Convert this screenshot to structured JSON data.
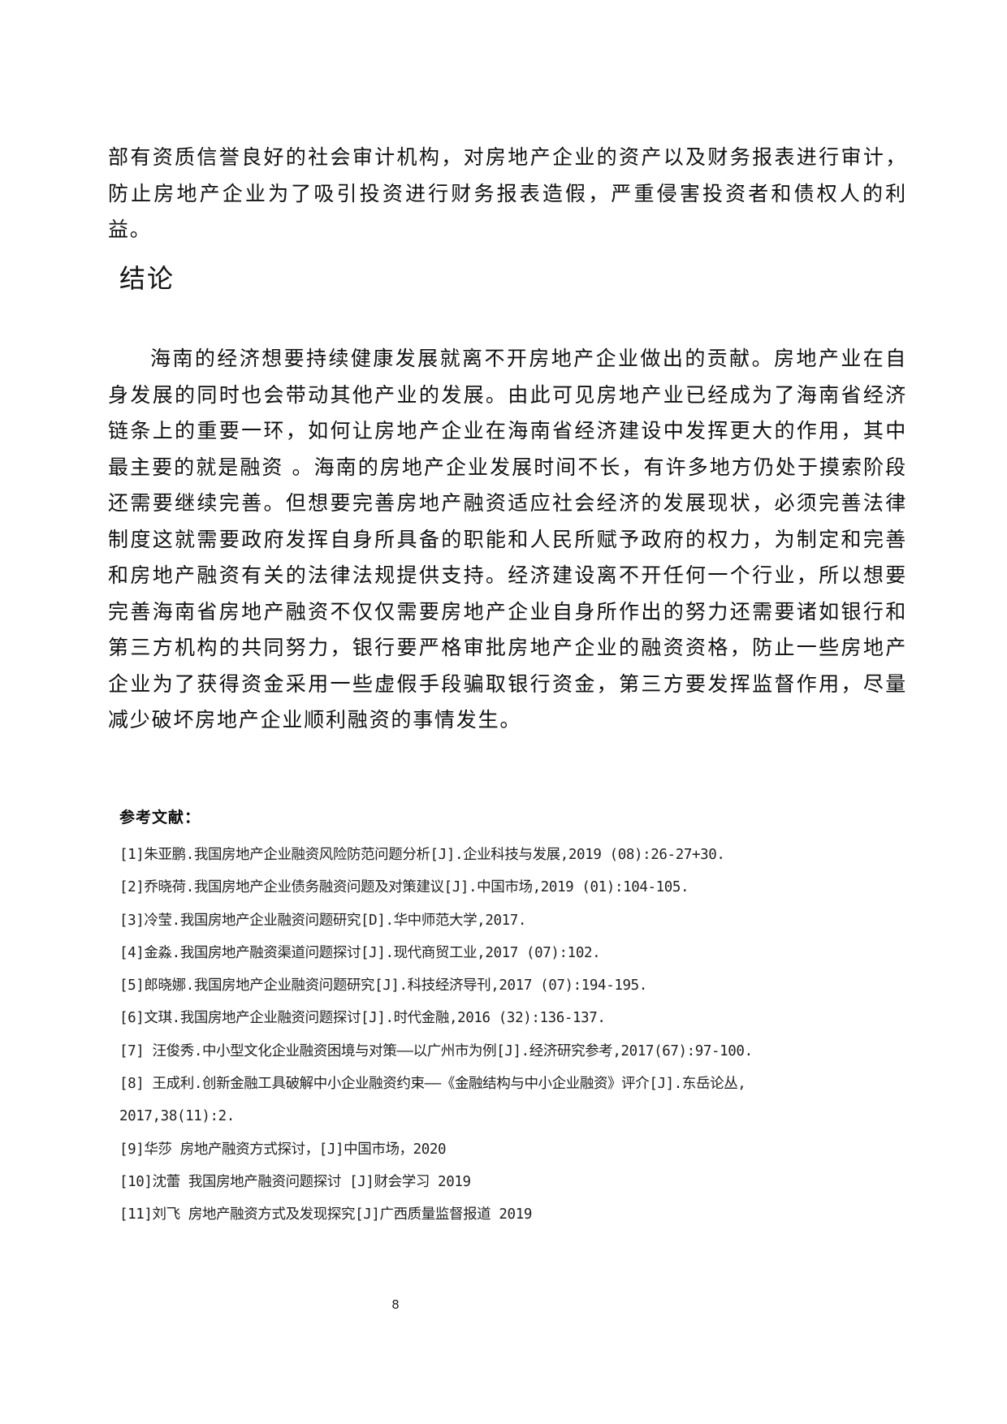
{
  "page": {
    "number": "8"
  },
  "continued_paragraph": "部有资质信誉良好的社会审计机构，对房地产企业的资产以及财务报表进行审计，防止房地产企业为了吸引投资进行财务报表造假，严重侵害投资者和债权人的利益。",
  "conclusion": {
    "heading": "结论",
    "paragraph": "海南的经济想要持续健康发展就离不开房地产企业做出的贡献。房地产业在自身发展的同时也会带动其他产业的发展。由此可见房地产业已经成为了海南省经济链条上的重要一环，如何让房地产企业在海南省经济建设中发挥更大的作用，其中最主要的就是融资 。海南的房地产企业发展时间不长，有许多地方仍处于摸索阶段还需要继续完善。但想要完善房地产融资适应社会经济的发展现状，必须完善法律制度这就需要政府发挥自身所具备的职能和人民所赋予政府的权力，为制定和完善和房地产融资有关的法律法规提供支持。经济建设离不开任何一个行业，所以想要完善海南省房地产融资不仅仅需要房地产企业自身所作出的努力还需要诸如银行和第三方机构的共同努力，银行要严格审批房地产企业的融资资格，防止一些房地产企业为了获得资金采用一些虚假手段骗取银行资金，第三方要发挥监督作用，尽量减少破坏房地产企业顺利融资的事情发生。"
  },
  "references": {
    "title": "参考文献：",
    "lines": [
      "[1]朱亚鹏.我国房地产企业融资风险防范问题分析[J].企业科技与发展,2019 (08):26-27+30.",
      "[2]乔晓荷.我国房地产企业债务融资问题及对策建议[J].中国市场,2019 (01):104-105.",
      "[3]冷莹.我国房地产企业融资问题研究[D].华中师范大学,2017.",
      "[4]金淼.我国房地产融资渠道问题探讨[J].现代商贸工业,2017 (07):102.",
      "[5]郎晓娜.我国房地产企业融资问题研究[J].科技经济导刊,2017 (07):194-195.",
      "[6]文琪.我国房地产企业融资问题探讨[J].时代金融,2016 (32):136-137.",
      "[7] 汪俊秀.中小型文化企业融资困境与对策——以广州市为例[J].经济研究参考,2017(67):97-100.",
      "[8] 王成利.创新金融工具破解中小企业融资约束——《金融结构与中小企业融资》评介[J].东岳论丛,",
      "2017,38(11):2.",
      "[9]华莎 房地产融资方式探讨，[J]中国市场，2020",
      "[10]沈蕾 我国房地产融资问题探讨 [J]财会学习 2019",
      "[11]刘飞 房地产融资方式及发现探究[J]广西质量监督报道 2019"
    ]
  }
}
